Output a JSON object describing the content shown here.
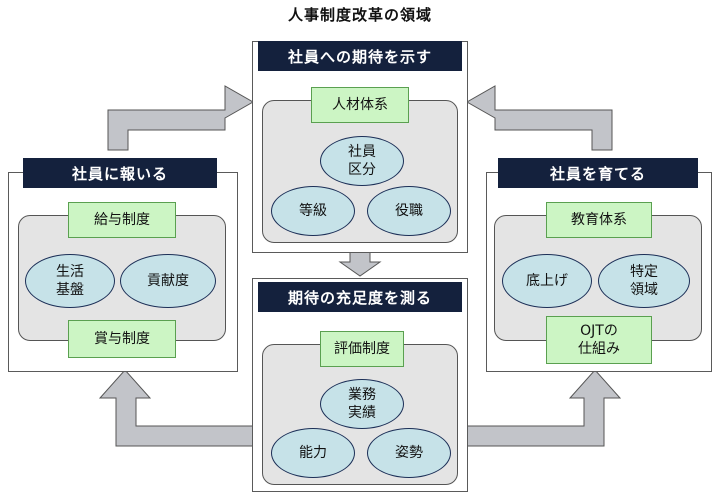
{
  "title": "人事制度改革の領域",
  "top": {
    "header": "社員への期待を示す",
    "system": "人材体系",
    "items": [
      "社員\n区分",
      "等級",
      "役職"
    ]
  },
  "middle": {
    "header": "期待の充足度を測る",
    "system": "評価制度",
    "items": [
      "業務\n実績",
      "能力",
      "姿勢"
    ]
  },
  "left": {
    "header": "社員に報いる",
    "system1": "給与制度",
    "items": [
      "生活\n基盤",
      "貢献度"
    ],
    "system2": "賞与制度"
  },
  "right": {
    "header": "社員を育てる",
    "system1": "教育体系",
    "items": [
      "底上げ",
      "特定\n領域"
    ],
    "system2": "OJTの\n仕組み"
  },
  "colors": {
    "header": "#14213d",
    "system_box": "#ccf5c4",
    "ellipse": "#c6e2e8",
    "inner_panel": "#e4e4e4",
    "arrow": "#c2c4c9"
  }
}
